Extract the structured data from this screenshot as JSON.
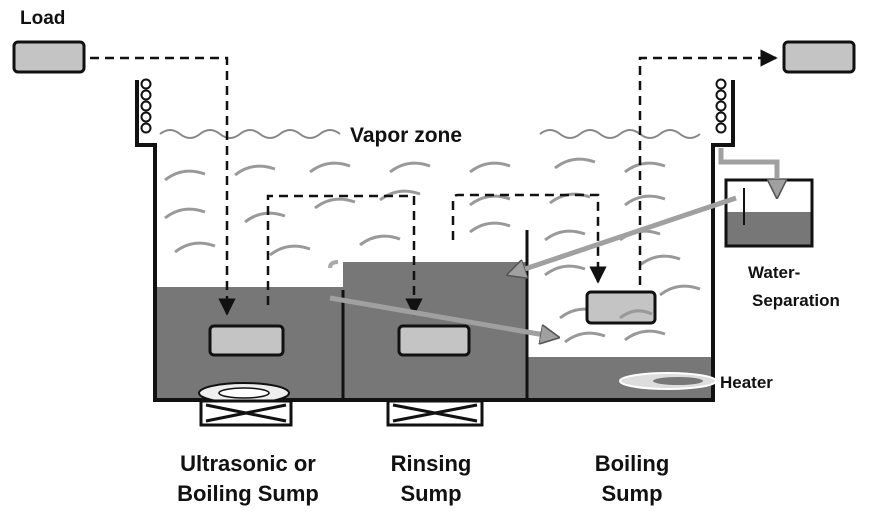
{
  "labels": {
    "load": "Load",
    "vapor_zone": "Vapor zone",
    "water_separation_line1": "Water-",
    "water_separation_line2": "Separation",
    "heater": "Heater",
    "ultrasonic_line1": "Ultrasonic or",
    "ultrasonic_line2": "Boiling Sump",
    "rinsing_line1": "Rinsing",
    "rinsing_line2": "Sump",
    "boiling_line1": "Boiling",
    "boiling_line2": "Sump"
  },
  "colors": {
    "liquid": "#777777",
    "part": "#c4c4c4",
    "outline": "#111111",
    "vapor_arc": "#999999",
    "transfer_arrow": "#a0a0a0",
    "background": "#ffffff"
  },
  "icons": [
    "cooling-coil-icon",
    "ultrasonic-transducer-icon",
    "heater-coil-icon"
  ]
}
